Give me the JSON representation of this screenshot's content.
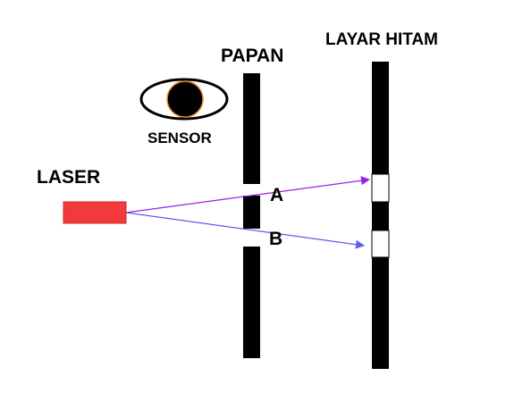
{
  "labels": {
    "layar_hitam": "LAYAR HITAM",
    "papan": "PAPAN",
    "sensor": "SENSOR",
    "laser": "LASER",
    "beam_a": "A",
    "beam_b": "B"
  },
  "colors": {
    "background": "#ffffff",
    "laser_body": "#f23a3a",
    "beam_a": "#9b1de8",
    "beam_b": "#5c5cf0",
    "sensor_ring": "#e08a2c",
    "board": "#000000",
    "screen": "#000000",
    "screen_spot": "#ffffff"
  },
  "icons": {
    "sensor": "eye-icon",
    "laser": "laser-block"
  }
}
